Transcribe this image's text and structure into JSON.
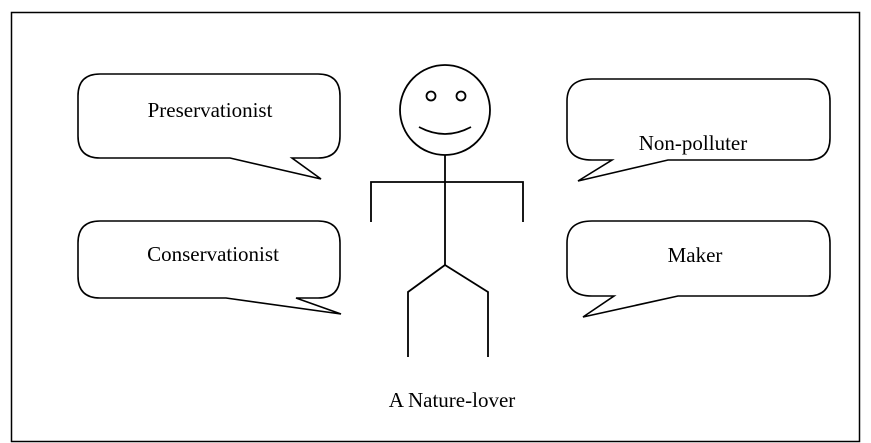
{
  "diagram": {
    "caption": "A Nature-lover",
    "bubbles": [
      {
        "id": "preservationist",
        "label": "Preservationist"
      },
      {
        "id": "non-polluter",
        "label": "Non-polluter"
      },
      {
        "id": "conservationist",
        "label": "Conservationist"
      },
      {
        "id": "maker",
        "label": "Maker"
      }
    ],
    "colors": {
      "stroke": "#000000",
      "background": "#ffffff"
    }
  }
}
